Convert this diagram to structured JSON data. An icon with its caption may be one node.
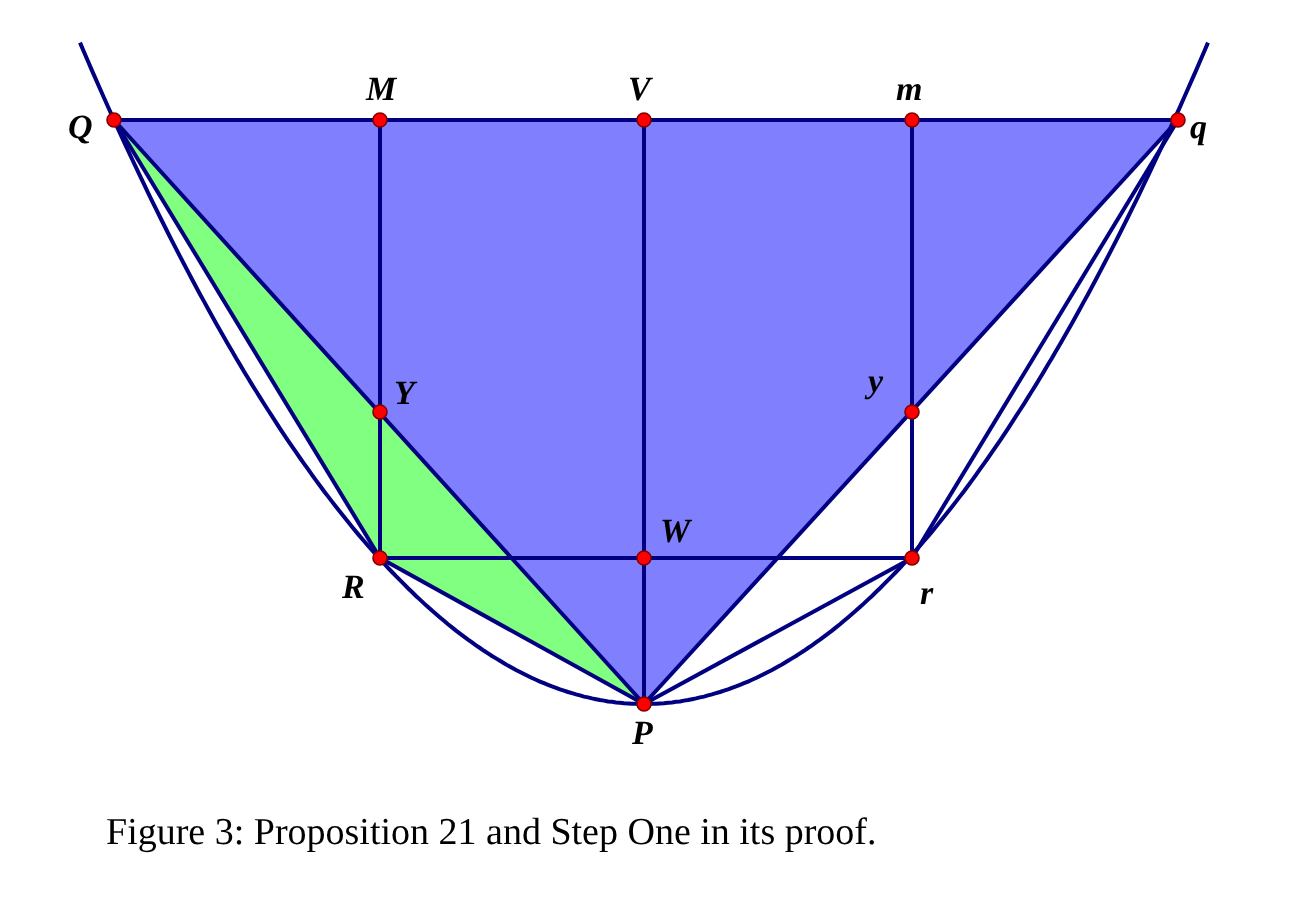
{
  "diagram": {
    "caption": "Figure 3: Proposition 21 and Step One in its proof.",
    "labels": [
      "M",
      "V",
      "m",
      "Q",
      "q",
      "Y",
      "y",
      "W",
      "R",
      "r",
      "P"
    ]
  }
}
